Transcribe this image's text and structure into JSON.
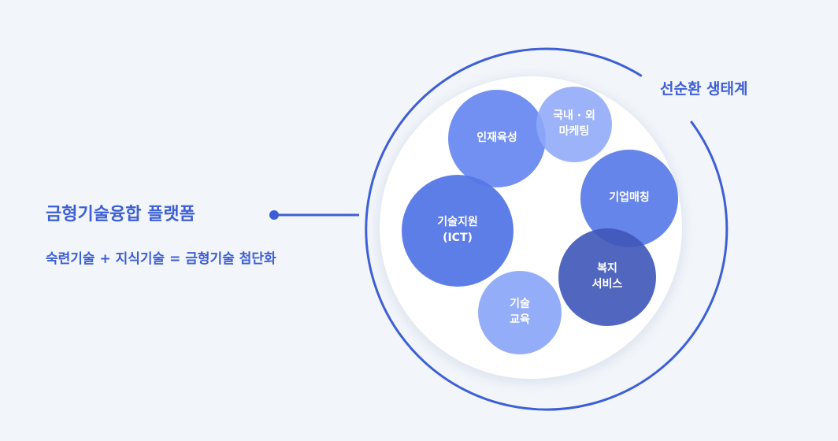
{
  "platform": {
    "title": "금형기술융합 플랫폼",
    "formula": "숙련기술 + 지식기술 = 금형기술 첨단화"
  },
  "ecosystem_label": "선순환 생태계",
  "bubbles": {
    "talent": "인재육성",
    "marketing": "국내 · 외\n마케팅",
    "support": "기술지원\n(ICT)",
    "matching": "기업매칭",
    "welfare": "복지\n서비스",
    "education": "기술\n교육"
  },
  "colors": {
    "accent": "#3d5fd6",
    "bubble_blue": "#6a8af0",
    "bubble_light": "#8ea9f8",
    "bubble_mid": "#5577e6",
    "bubble_dark": "#4a63c4"
  }
}
